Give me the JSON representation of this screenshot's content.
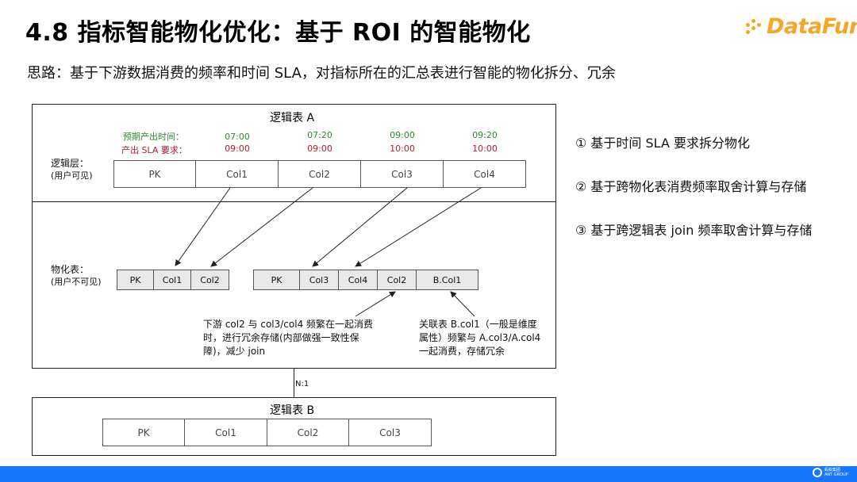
{
  "title": "4.8 指标智能物化优化：基于 ROI 的智能物化",
  "logo": {
    "text": "DataFun."
  },
  "subtitle": "思路：基于下游数据消费的频率和时间 SLA，对指标所在的汇总表进行智能的物化拆分、冗余",
  "logic_table_a": {
    "label": "逻辑表 A",
    "expected_output_label": "预期产出时间：",
    "sla_label": "产出 SLA 要求：",
    "expected_times": [
      "07:00",
      "07:20",
      "09:00",
      "09:20"
    ],
    "sla_times": [
      "09:00",
      "09:00",
      "10:00",
      "10:00"
    ],
    "layer_label": "逻辑层：",
    "layer_sub": "(用户可见)",
    "columns": [
      "PK",
      "Col1",
      "Col2",
      "Col3",
      "Col4"
    ]
  },
  "physical": {
    "layer_label": "物化表：",
    "layer_sub": "(用户不可见)",
    "table1": [
      "PK",
      "Col1",
      "Col2"
    ],
    "table2": [
      "PK",
      "Col3",
      "Col4",
      "Col2",
      "B.Col1"
    ]
  },
  "notes": {
    "left": [
      "下游 col2 与 col3/col4 频繁在一起消费",
      "时，进行冗余存储(内部做强一致性保",
      "障)，减少 join"
    ],
    "right": [
      "关联表 B.col1（一般是维度",
      "属性）频繁与 A.col3/A.col4",
      "一起消费，存储冗余"
    ]
  },
  "relation_label": "N:1",
  "logic_table_b": {
    "label": "逻辑表 B",
    "columns": [
      "PK",
      "Col1",
      "Col2",
      "Col3"
    ]
  },
  "points": [
    "① 基于时间 SLA 要求拆分物化",
    "② 基于跨物化表消费频率取舍计算与存储",
    "③ 基于跨逻辑表 join 频率取舍计算与存储"
  ],
  "footer": {
    "brand_line1": "蚂蚁集团",
    "brand_line2": "ANT GROUP"
  },
  "colors": {
    "accent": "#f5a623",
    "footer_bar": "#1677ff",
    "green_text": "#2e8b2e",
    "red_text": "#b0202a"
  }
}
